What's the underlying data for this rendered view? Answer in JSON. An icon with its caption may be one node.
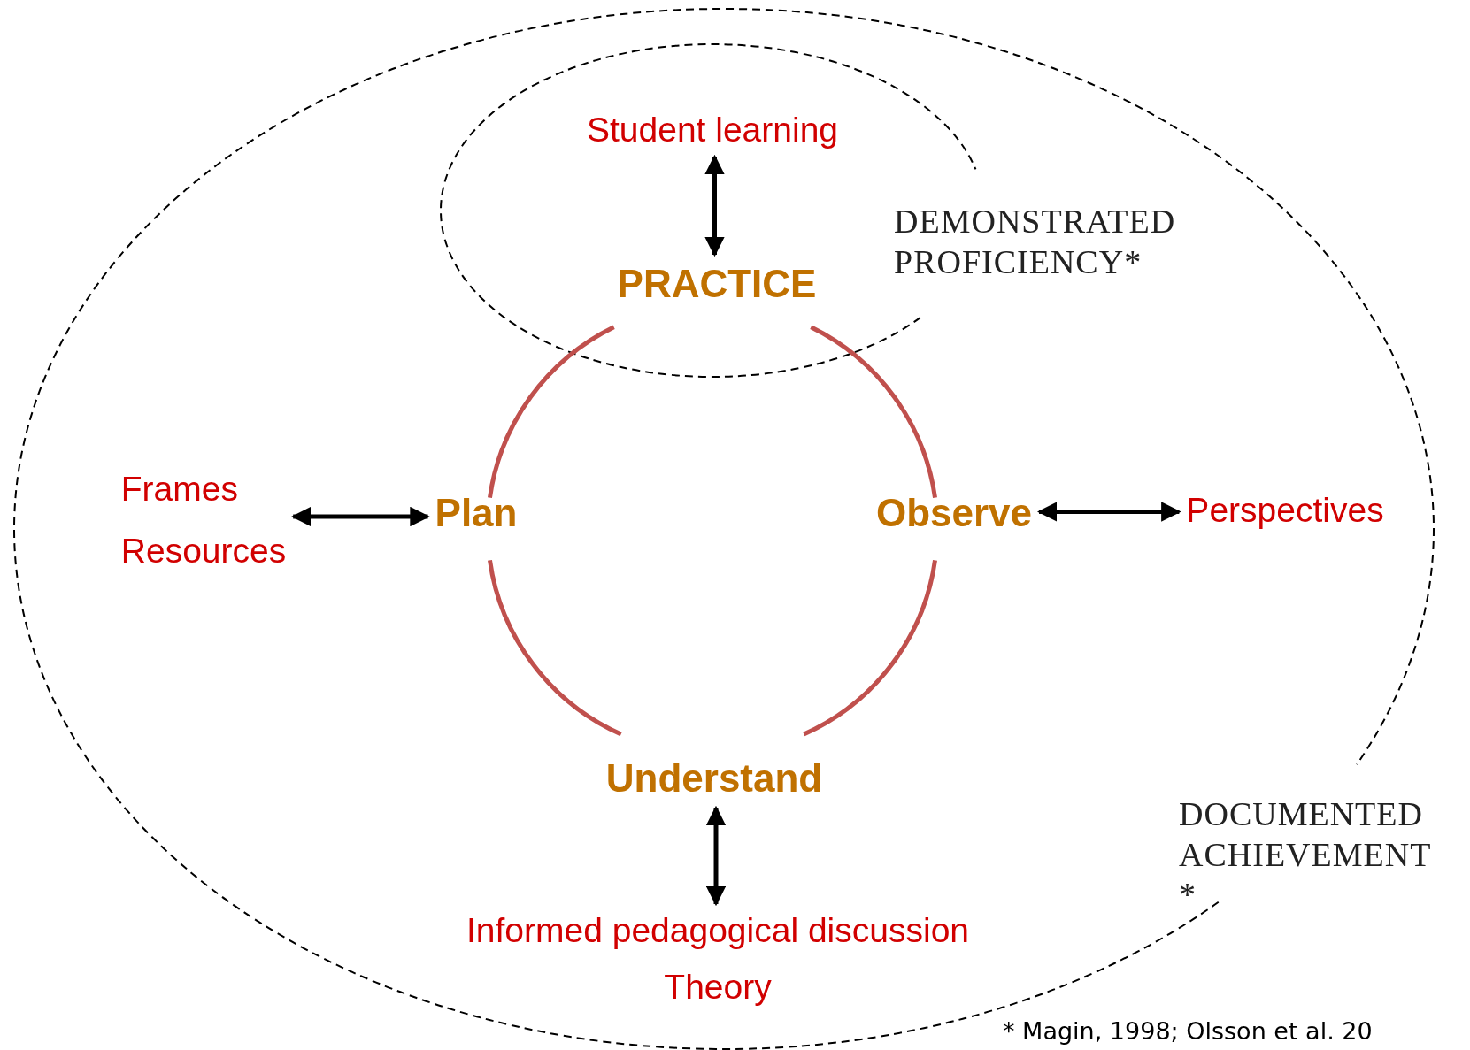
{
  "diagram": {
    "nodes": [
      {
        "text": [
          "Student learning"
        ]
      },
      {
        "text": [
          "PRACTICE"
        ]
      },
      {
        "text": [
          "Frames",
          "Resources"
        ]
      },
      {
        "text": [
          "Plan"
        ]
      },
      {
        "text": [
          "Observe"
        ]
      },
      {
        "text": [
          "Perspectives"
        ]
      },
      {
        "text": [
          "Understand"
        ]
      },
      {
        "text": [
          "Informed pedagogical discussion",
          "Theory"
        ]
      }
    ],
    "edges": [
      {
        "from": 0,
        "to": 1,
        "arrow": "both"
      },
      {
        "from": 2,
        "to": 3,
        "arrow": "both"
      },
      {
        "from": 4,
        "to": 5,
        "arrow": "both"
      },
      {
        "from": 6,
        "to": 7,
        "arrow": "both"
      },
      {
        "from": 1,
        "to": 4,
        "arrow": "none",
        "color": "#c0504d"
      },
      {
        "from": 4,
        "to": 6,
        "arrow": "none",
        "color": "#c0504d"
      },
      {
        "from": 6,
        "to": 3,
        "arrow": "none",
        "color": "#c0504d"
      },
      {
        "from": 3,
        "to": 1,
        "arrow": "none",
        "color": "#c0504d"
      }
    ],
    "labels": [
      "DEMONSTRATED PROFICIENCY*",
      "DOCUMENTED ACHIEVEMENT *",
      "* Magin, 1998; Olsson et al. 20"
    ]
  }
}
